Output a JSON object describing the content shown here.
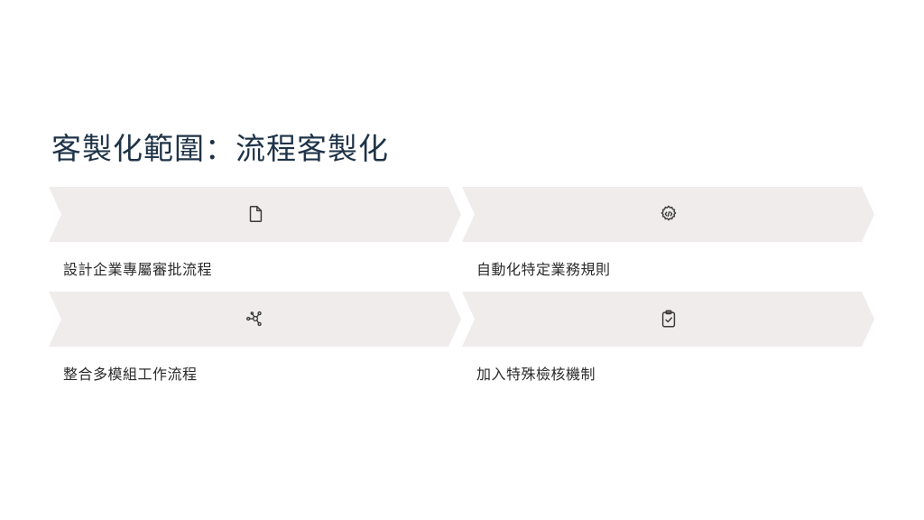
{
  "slide": {
    "title": "客製化範圍：流程客製化",
    "colors": {
      "title": "#1f3347",
      "chevron_fill": "#efeceb",
      "icon_stroke": "#3a3a3a",
      "label_text": "#2b2b2b"
    },
    "cards": [
      {
        "icon": "document-icon",
        "label": "設計企業專屬審批流程"
      },
      {
        "icon": "code-gear-icon",
        "label": "自動化特定業務規則"
      },
      {
        "icon": "network-nodes-icon",
        "label": "整合多模組工作流程"
      },
      {
        "icon": "clipboard-check-icon",
        "label": "加入特殊檢核機制"
      }
    ]
  }
}
